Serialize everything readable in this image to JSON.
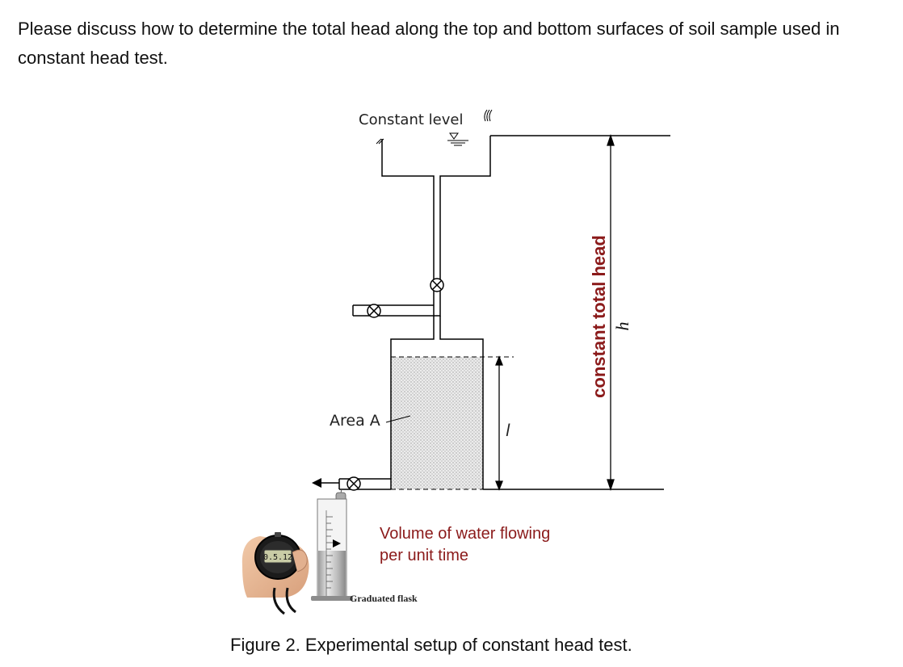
{
  "question": "Please discuss how to determine the total head along the top and bottom surfaces of soil sample used in constant head test.",
  "figure": {
    "constant_level_label": "Constant level",
    "area_label": "Area A",
    "length_symbol": "l",
    "head_label": "constant total head",
    "head_symbol": "h",
    "flow_label_line1": "Volume of water flowing",
    "flow_label_line2": "per unit time",
    "flask_label": "Graduated flask",
    "stopwatch_display": "0.5.12",
    "caption": "Figure 2. Experimental setup of constant head test."
  },
  "colors": {
    "accent_text": "#8b1a1a",
    "line": "#000000",
    "soil_fill": "#e6e6e6"
  }
}
